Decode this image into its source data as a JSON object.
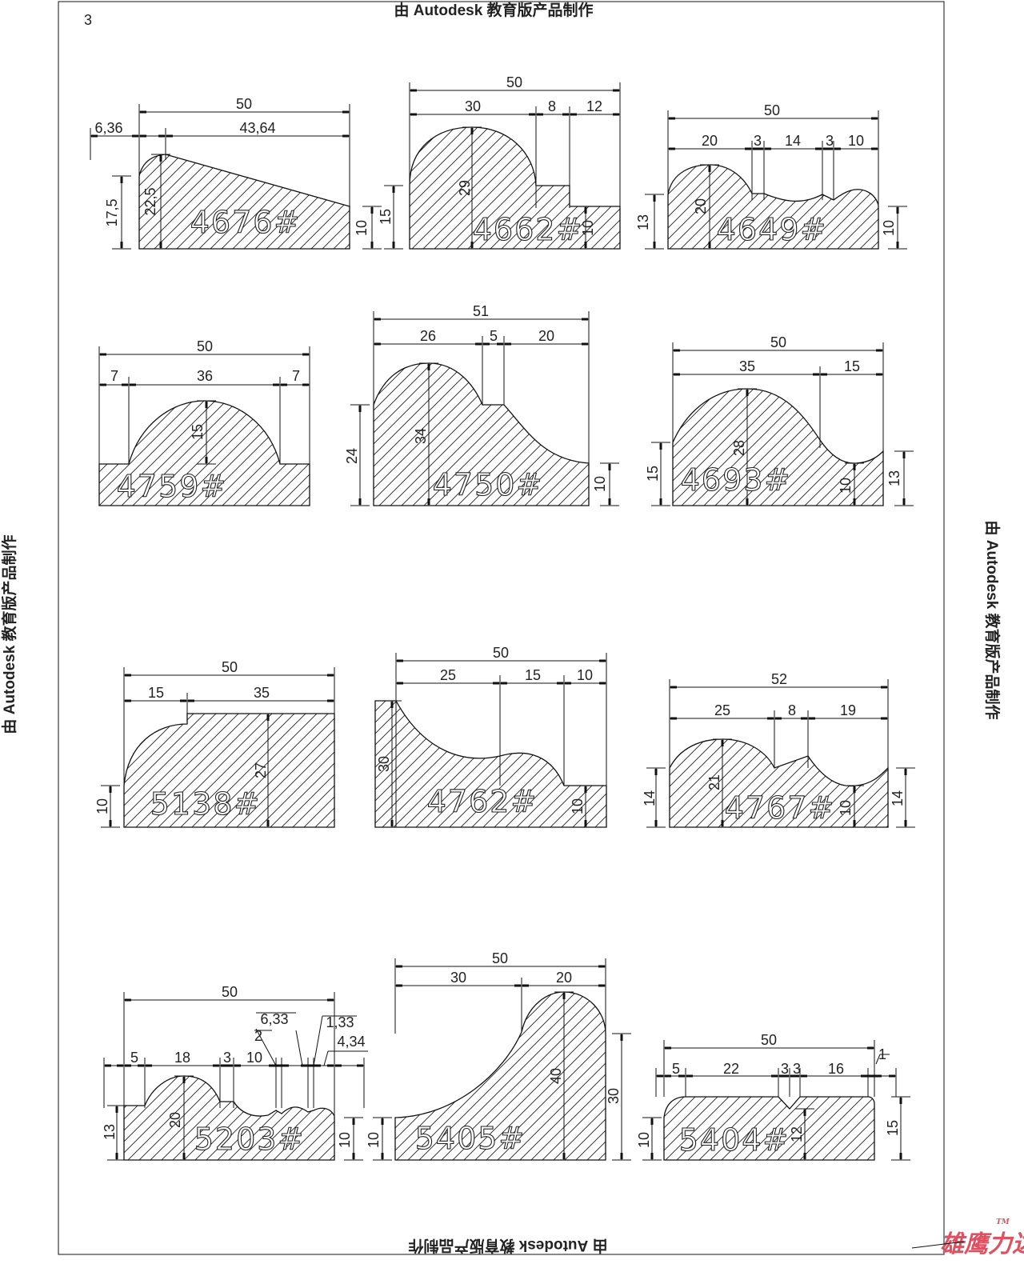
{
  "page": {
    "number": "3",
    "watermark": "由 Autodesk 教育版产品制作",
    "logo": "雄鹰力达",
    "logo_tm": "TM"
  },
  "profiles": [
    {
      "id": "4676#",
      "dims": [
        "50",
        "6,36",
        "43,64",
        "17,5",
        "22,5",
        "10"
      ]
    },
    {
      "id": "4662#",
      "dims": [
        "50",
        "30",
        "8",
        "12",
        "15",
        "29",
        "10"
      ]
    },
    {
      "id": "4649#",
      "dims": [
        "50",
        "20",
        "3",
        "14",
        "3",
        "10",
        "13",
        "20",
        "10"
      ]
    },
    {
      "id": "4759#",
      "dims": [
        "50",
        "7",
        "36",
        "7",
        "15"
      ]
    },
    {
      "id": "4750#",
      "dims": [
        "51",
        "26",
        "5",
        "20",
        "24",
        "34",
        "10"
      ]
    },
    {
      "id": "4693#",
      "dims": [
        "50",
        "35",
        "15",
        "15",
        "28",
        "10",
        "13"
      ]
    },
    {
      "id": "5138#",
      "dims": [
        "50",
        "15",
        "35",
        "10",
        "27"
      ]
    },
    {
      "id": "4762#",
      "dims": [
        "50",
        "25",
        "15",
        "10",
        "30",
        "10"
      ]
    },
    {
      "id": "4767#",
      "dims": [
        "52",
        "25",
        "8",
        "19",
        "14",
        "21",
        "10",
        "14"
      ]
    },
    {
      "id": "5203#",
      "dims": [
        "50",
        "5",
        "18",
        "3",
        "10",
        "6,33",
        "2",
        "1,33",
        "4,34",
        "13",
        "20",
        "10"
      ]
    },
    {
      "id": "5405#",
      "dims": [
        "50",
        "30",
        "20",
        "10",
        "40",
        "30"
      ]
    },
    {
      "id": "5404#",
      "dims": [
        "50",
        "5",
        "22",
        "3",
        "3",
        "16",
        "1",
        "10",
        "12",
        "15"
      ]
    }
  ]
}
